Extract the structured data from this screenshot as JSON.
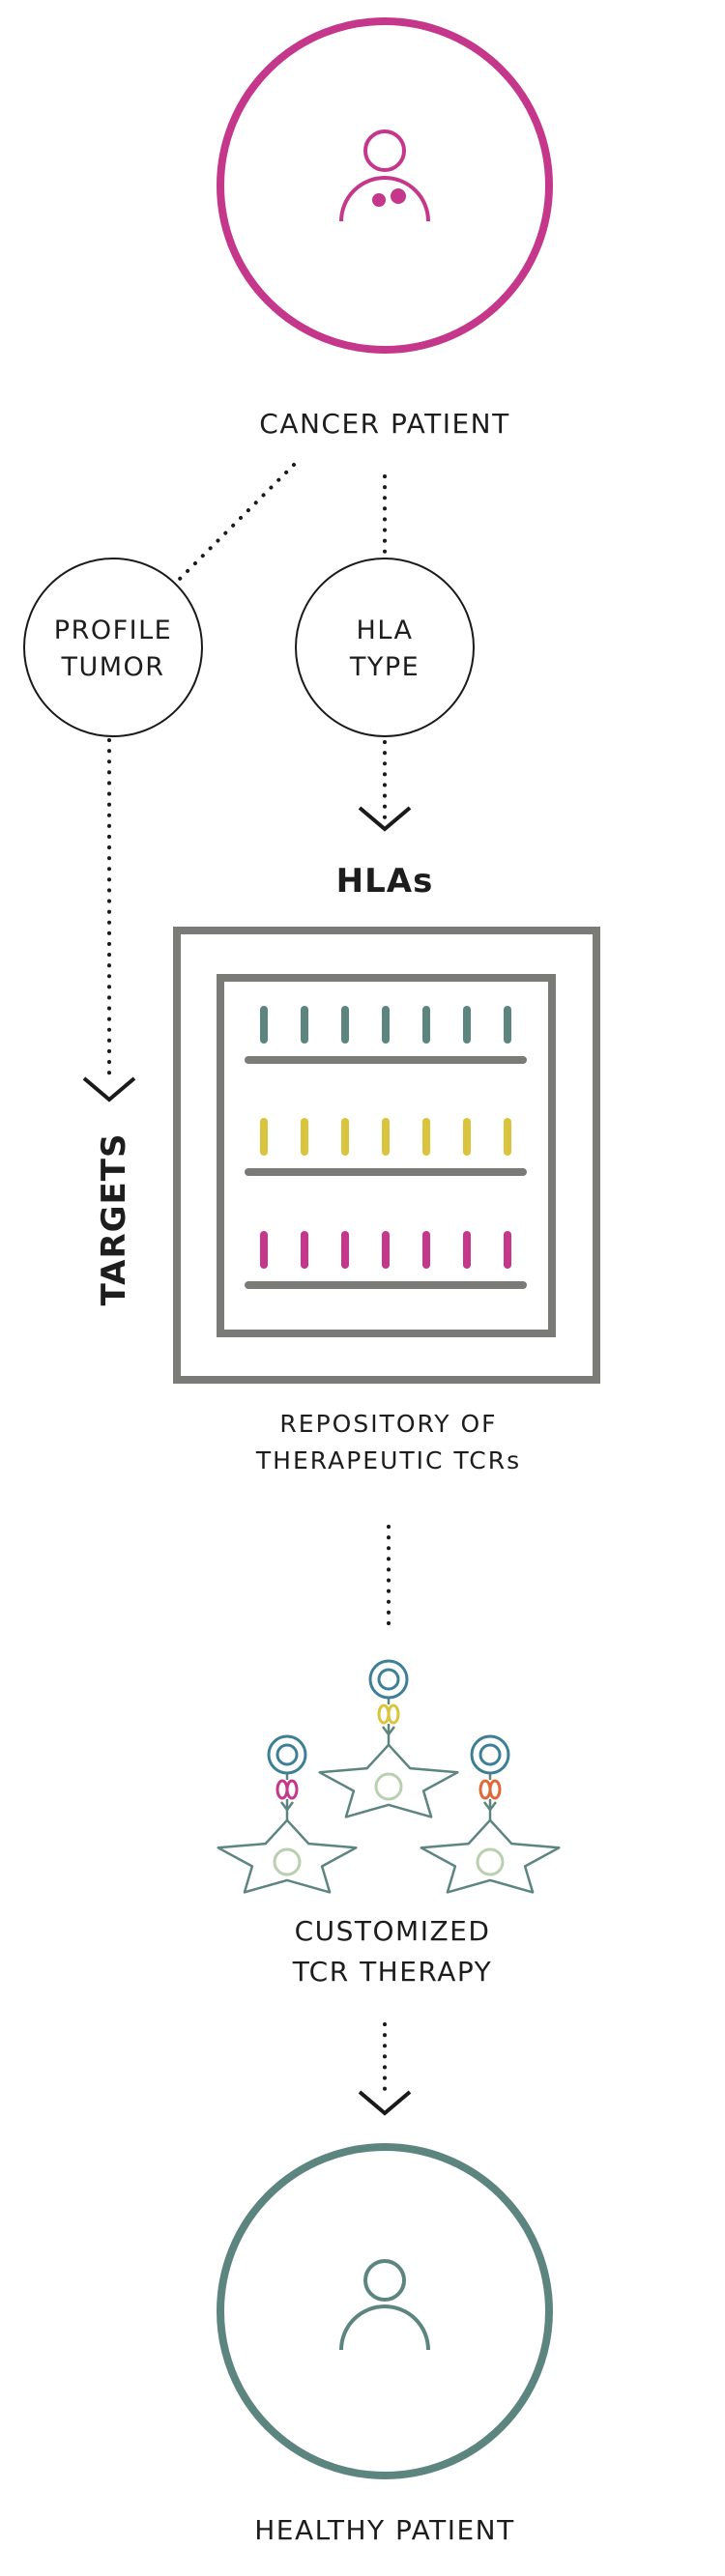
{
  "nodes": {
    "cancer_patient": {
      "label": "CANCER PATIENT"
    },
    "profile_tumor": {
      "lines": [
        "PROFILE",
        "TUMOR"
      ]
    },
    "hla_type": {
      "lines": [
        "HLA",
        "TYPE"
      ]
    },
    "hlas": {
      "label": "HLAs"
    },
    "targets": {
      "label": "TARGETS"
    },
    "repository": {
      "lines": [
        "REPOSITORY OF",
        "THERAPEUTIC TCRs"
      ]
    },
    "therapy": {
      "lines": [
        "CUSTOMIZED",
        "TCR THERAPY"
      ]
    },
    "healthy_patient": {
      "label": "HEALTHY PATIENT"
    }
  },
  "colors": {
    "cancer": "#c4378a",
    "healthy": "#5d8580",
    "frame": "#7a7a76",
    "teal": "#5d8580",
    "yellow": "#dbc43d",
    "magenta": "#c4378a",
    "orange": "#e0693a",
    "ring": "#3d7f95"
  },
  "repository_rows": [
    "teal",
    "yellow",
    "magenta"
  ],
  "cells": [
    {
      "receptor": "magenta"
    },
    {
      "receptor": "yellow"
    },
    {
      "receptor": "orange"
    }
  ]
}
